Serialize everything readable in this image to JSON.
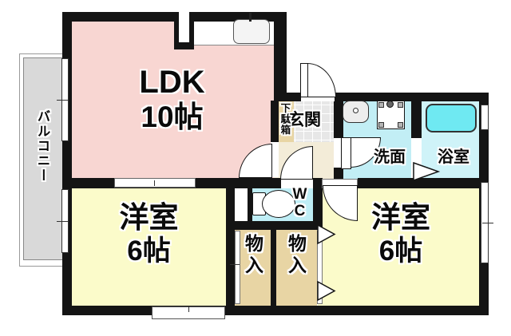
{
  "plan": {
    "balcony": "バルコニー",
    "ldk": {
      "name": "LDK",
      "size": "10帖"
    },
    "entrance": "玄関",
    "shoe_cabinet": "下駄箱",
    "washroom": "洗面",
    "bathroom": "浴室",
    "toilet": "WC",
    "western_room_left": {
      "name": "洋室",
      "size": "6帖"
    },
    "western_room_right": {
      "name": "洋室",
      "size": "6帖"
    },
    "closet_left": "物入",
    "closet_right": "物入",
    "colors": {
      "ldk": "#f8d6d2",
      "western_room": "#fbfbca",
      "closet": "#e8d5a4",
      "hallway": "#f3ecd8",
      "washroom": "#c2eef5",
      "bathroom": "#cff3f8",
      "bathtub": "#6fe9f2",
      "wc": "#bfeef6",
      "balcony": "#d9d9d9",
      "wall": "#141414"
    }
  }
}
